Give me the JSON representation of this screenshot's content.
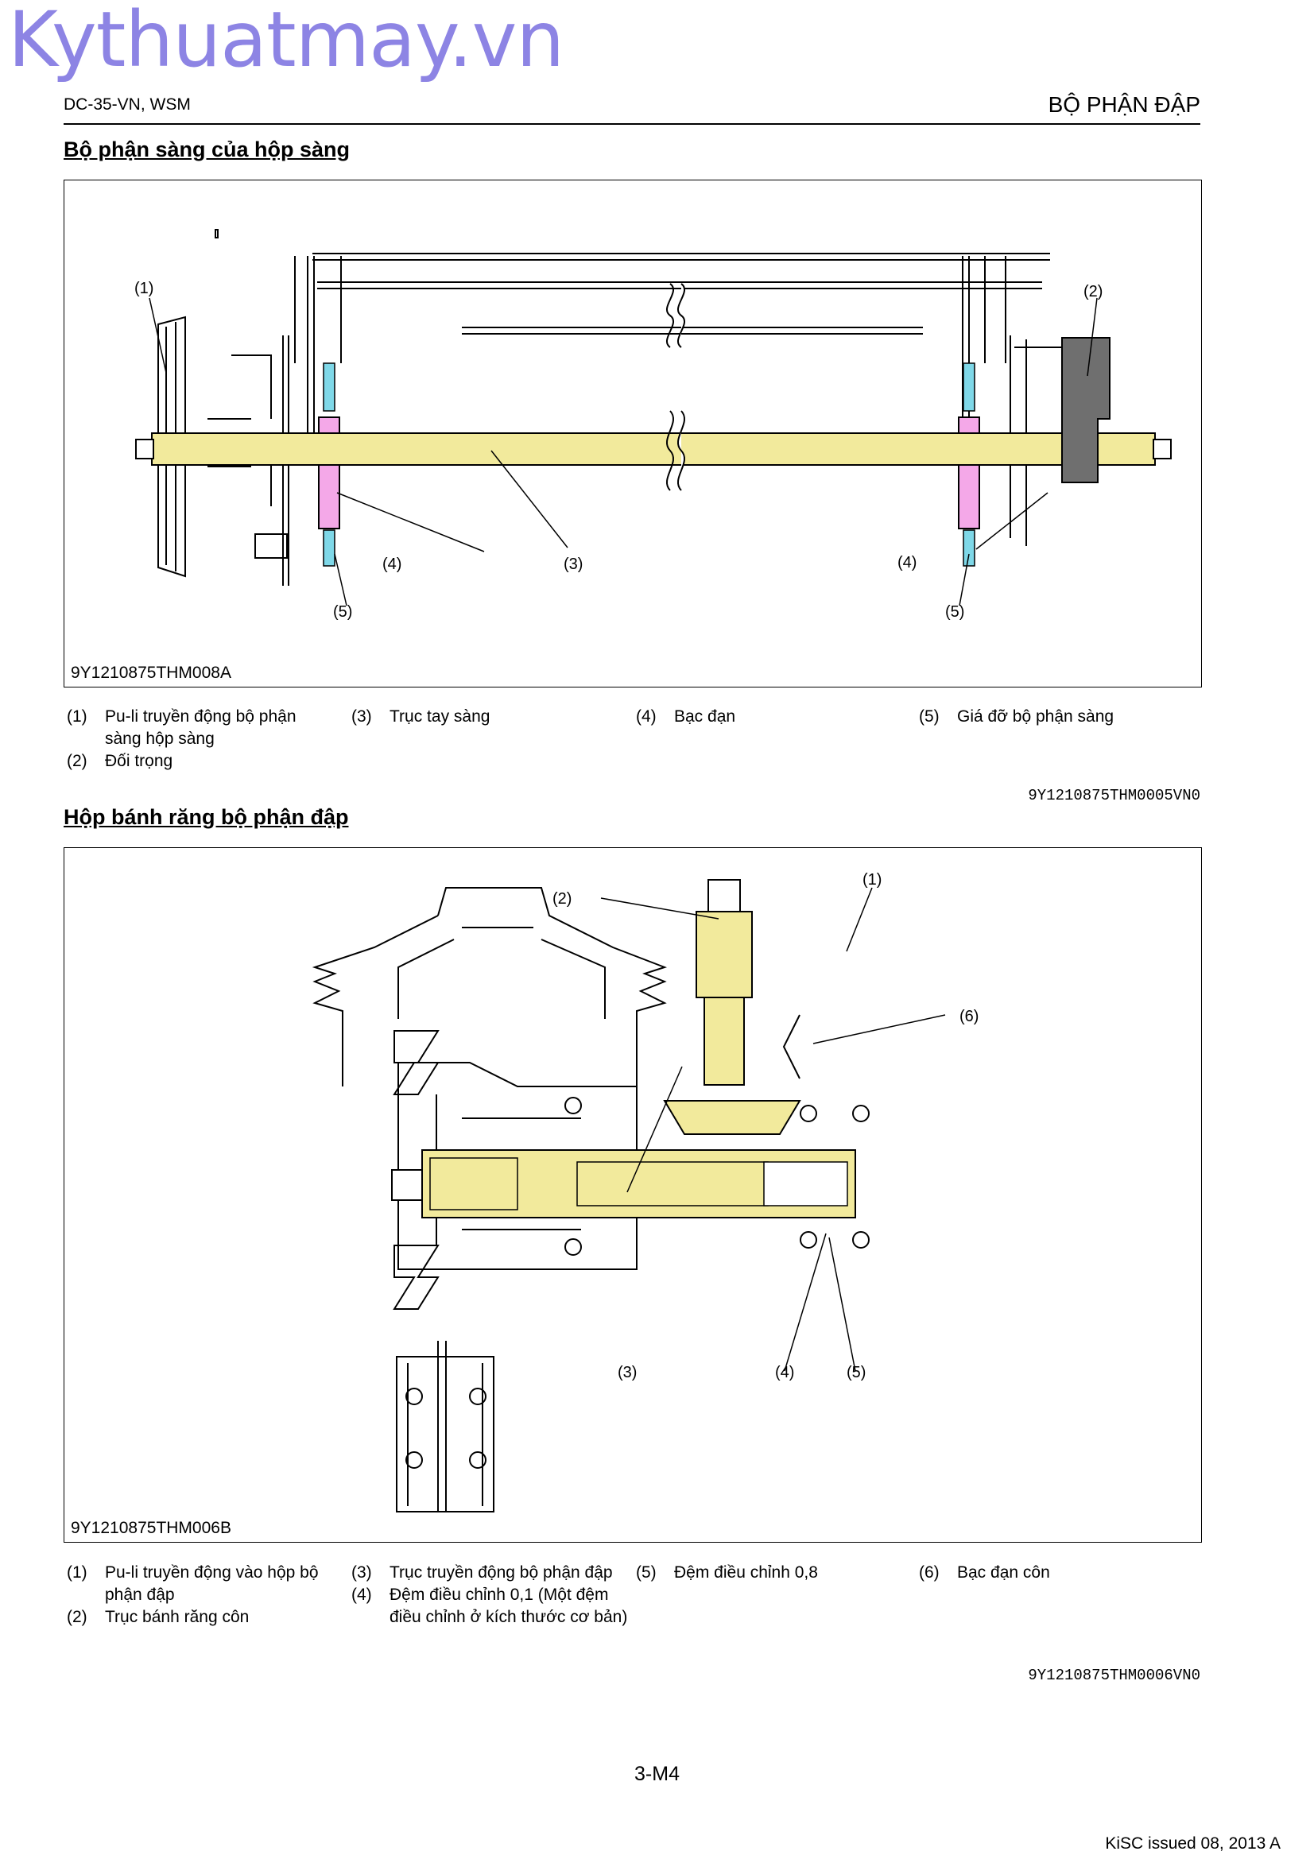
{
  "watermark": "Kythuatmay.vn",
  "header": {
    "doc": "DC-35-VN, WSM",
    "section": "BỘ PHẬN ĐẬP"
  },
  "section1": {
    "title": "Bộ phận sàng của hộp sàng",
    "figure_id": "9Y1210875THM008A",
    "callouts": [
      "(1)",
      "(2)",
      "(3)",
      "(4)",
      "(5)",
      "(4)",
      "(5)"
    ],
    "legend": [
      {
        "num": "(1)",
        "text": "Pu-li truyền động bộ phận sàng hộp sàng"
      },
      {
        "num": "(2)",
        "text": "Đối trọng"
      },
      {
        "num": "(3)",
        "text": "Trục tay sàng"
      },
      {
        "num": "(4)",
        "text": "Bạc đạn"
      },
      {
        "num": "(5)",
        "text": "Giá đỡ bộ phận sàng"
      }
    ],
    "ref": "9Y1210875THM0005VN0"
  },
  "section2": {
    "title": "Hộp bánh răng bộ phận đập",
    "figure_id": "9Y1210875THM006B",
    "callouts": [
      "(1)",
      "(2)",
      "(3)",
      "(4)",
      "(5)",
      "(6)"
    ],
    "legend": [
      {
        "num": "(1)",
        "text": "Pu-li truyền động vào hộp bộ phận đập"
      },
      {
        "num": "(2)",
        "text": "Trục bánh răng côn"
      },
      {
        "num": "(3)",
        "text": "Trục truyền động bộ phận đập"
      },
      {
        "num": "(4)",
        "text": "Đệm điều chỉnh 0,1 (Một đệm điều chỉnh ở kích thước cơ bản)"
      },
      {
        "num": "(5)",
        "text": "Đệm điều chỉnh 0,8"
      },
      {
        "num": "(6)",
        "text": "Bạc đạn côn"
      }
    ],
    "ref": "9Y1210875THM0006VN0"
  },
  "footer": {
    "page": "3-M4",
    "issued": "KiSC issued 08, 2013 A"
  },
  "colors": {
    "shaft": "#f2ea9c",
    "bearing": "#f4a8e8",
    "bolt": "#7fd8e8",
    "counterweight": "#6f6f6f",
    "watermark": "#7a6fe0"
  }
}
